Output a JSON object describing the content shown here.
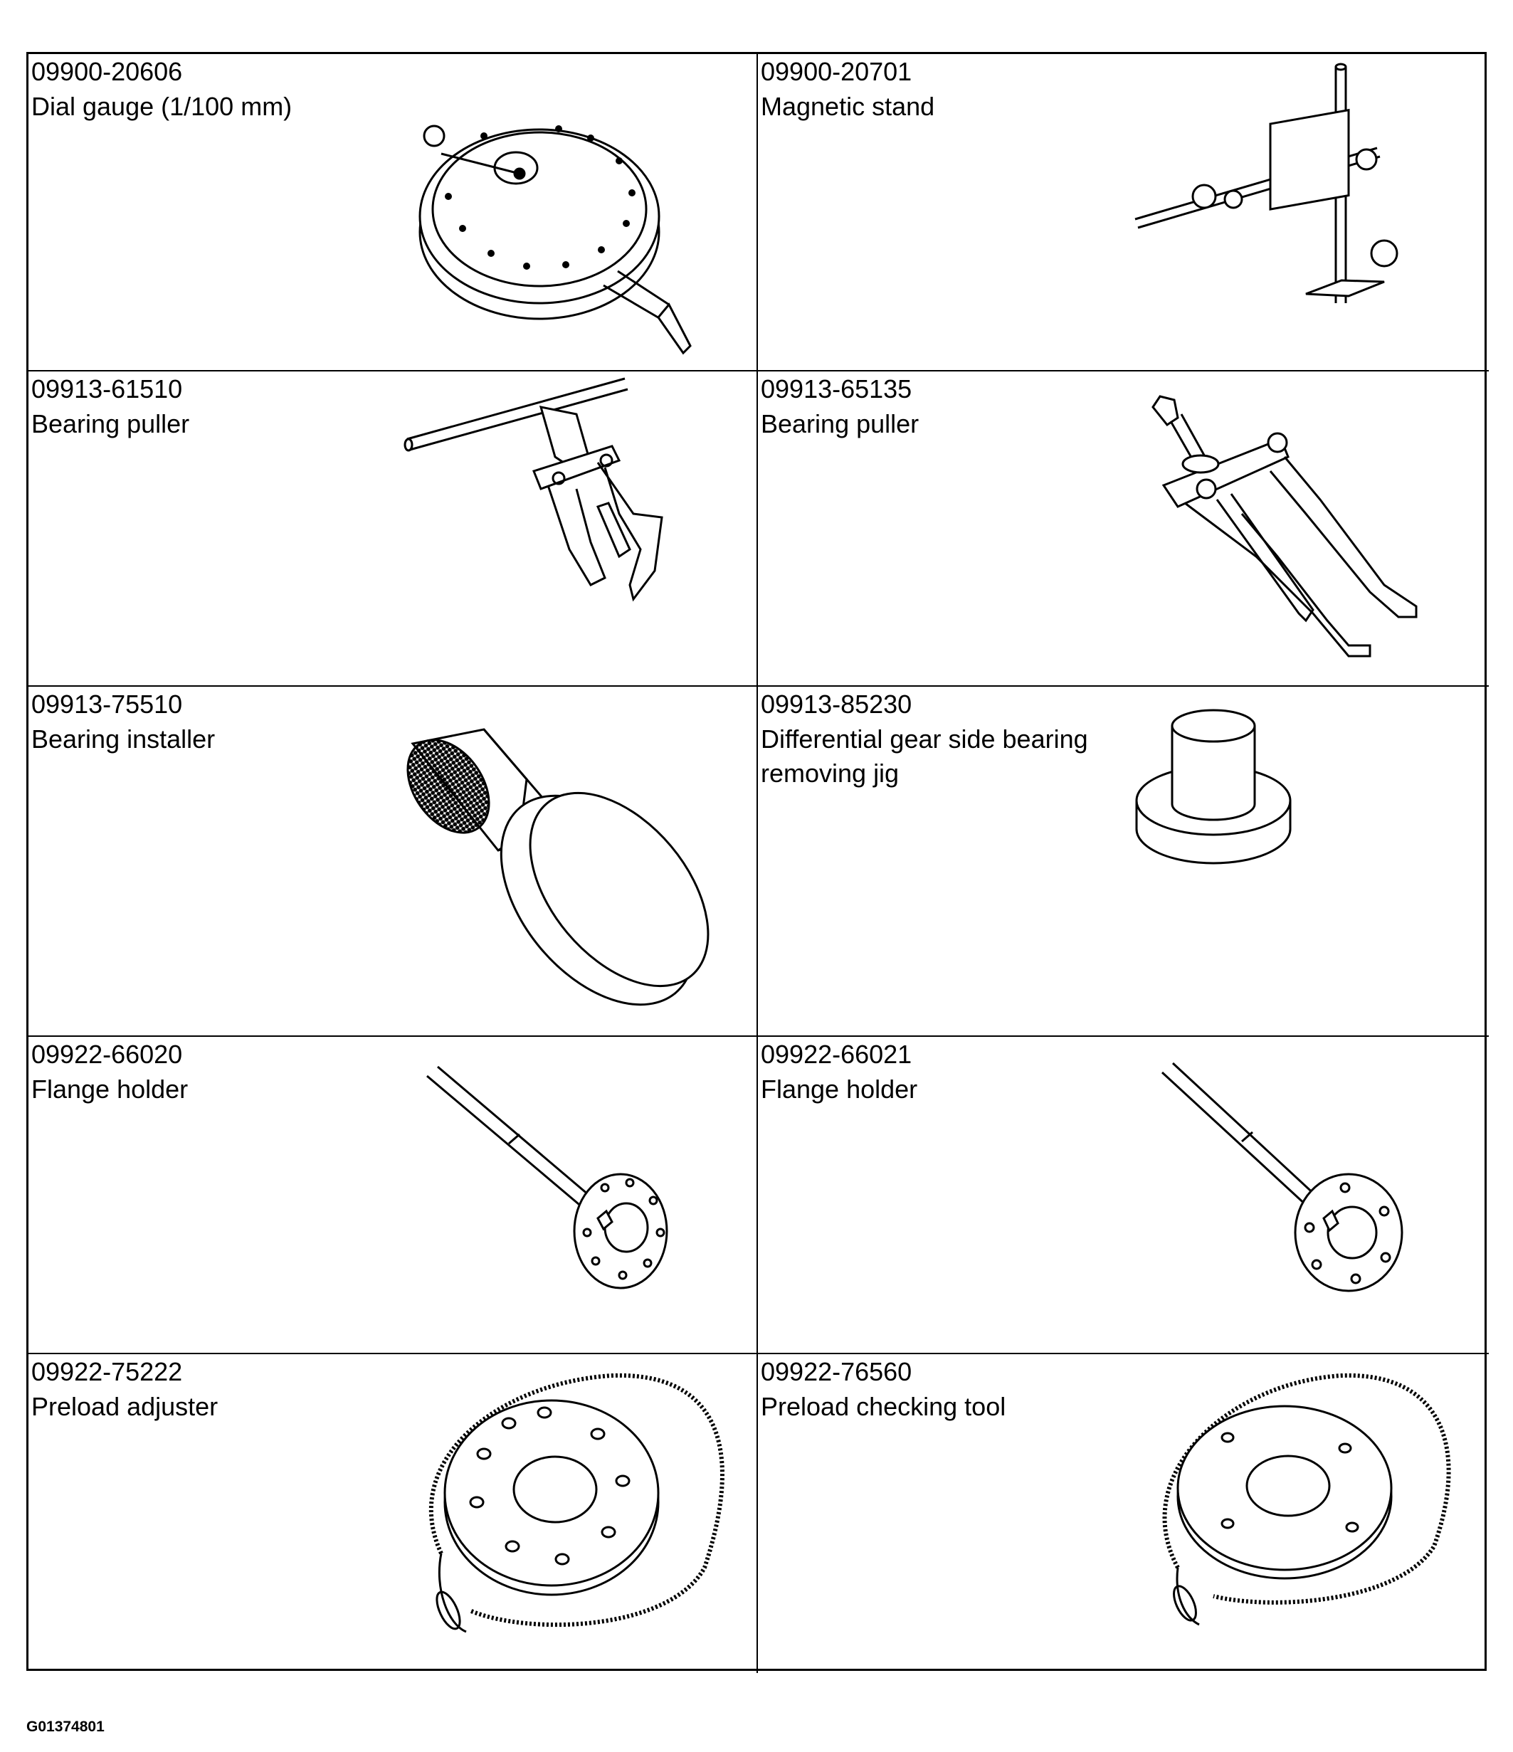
{
  "tools": [
    {
      "part_no": "09900-20606",
      "name": "Dial gauge (1/100 mm)",
      "icon": "dial-gauge-icon"
    },
    {
      "part_no": "09900-20701",
      "name": "Magnetic stand",
      "icon": "magnetic-stand-icon"
    },
    {
      "part_no": "09913-61510",
      "name": "Bearing puller",
      "icon": "bearing-puller-icon"
    },
    {
      "part_no": "09913-65135",
      "name": "Bearing puller",
      "icon": "bearing-puller-icon"
    },
    {
      "part_no": "09913-75510",
      "name": "Bearing installer",
      "icon": "bearing-installer-icon"
    },
    {
      "part_no": "09913-85230",
      "name": "Differential gear side bearing\nremoving jig",
      "icon": "removing-jig-icon"
    },
    {
      "part_no": "09922-66020",
      "name": "Flange holder",
      "icon": "flange-holder-icon"
    },
    {
      "part_no": "09922-66021",
      "name": "Flange holder",
      "icon": "flange-holder-icon"
    },
    {
      "part_no": "09922-75222",
      "name": "Preload adjuster",
      "icon": "preload-adjuster-icon"
    },
    {
      "part_no": "09922-76560",
      "name": "Preload checking tool",
      "icon": "preload-checking-tool-icon"
    }
  ],
  "figure_id": "G01374801"
}
